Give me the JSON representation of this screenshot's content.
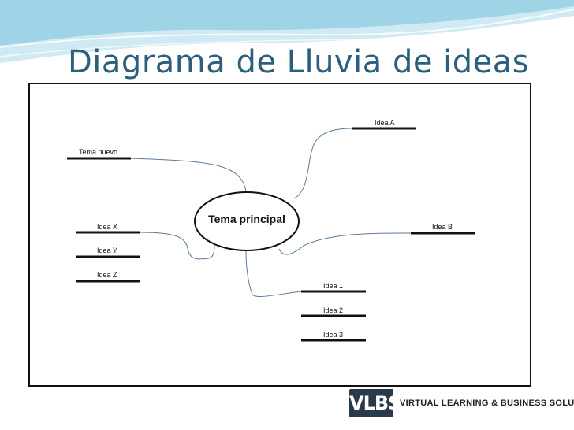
{
  "slide": {
    "title": "Diagrama de Lluvia de ideas"
  },
  "diagram": {
    "main_topic": "Tema principal",
    "nodes": {
      "tema_nuevo": "Tema nuevo",
      "idea_a": "Idea A",
      "idea_b": "Idea B",
      "idea_x": "Idea X",
      "idea_y": "Idea Y",
      "idea_z": "Idea Z",
      "idea_1": "Idea 1",
      "idea_2": "Idea 2",
      "idea_3": "Idea 3"
    }
  },
  "logo": {
    "mark": "VLBS",
    "text": "VIRTUAL LEARNING & BUSINESS SOLUTIONS"
  },
  "colors": {
    "title": "#2c5f7c",
    "wave": "#9fd4e6",
    "connector": "#5a7a9a"
  }
}
